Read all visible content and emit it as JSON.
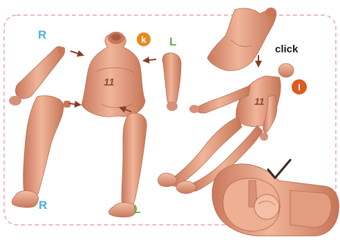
{
  "labels": {
    "right_top": "R",
    "right_bottom": "R",
    "left_top": "L",
    "left_bottom": "L",
    "action": "click",
    "jersey_number": "11"
  },
  "badges": [
    {
      "letter": "k",
      "color": "#e8891f"
    },
    {
      "letter": "l",
      "color": "#de5a1e"
    }
  ],
  "colors": {
    "dashed_frame": "#e8a0a8",
    "body_fill": "#e9a88c",
    "body_shade": "#c9785c",
    "body_light": "#f6c8b2",
    "label_right": "#4ab0dc",
    "label_left": "#5fb04a",
    "arrow": "#8a3b28",
    "check": "#3a2a22",
    "click_text": "#1a1a1a"
  },
  "icons": [
    "arrow-icon",
    "check-mark-icon"
  ]
}
